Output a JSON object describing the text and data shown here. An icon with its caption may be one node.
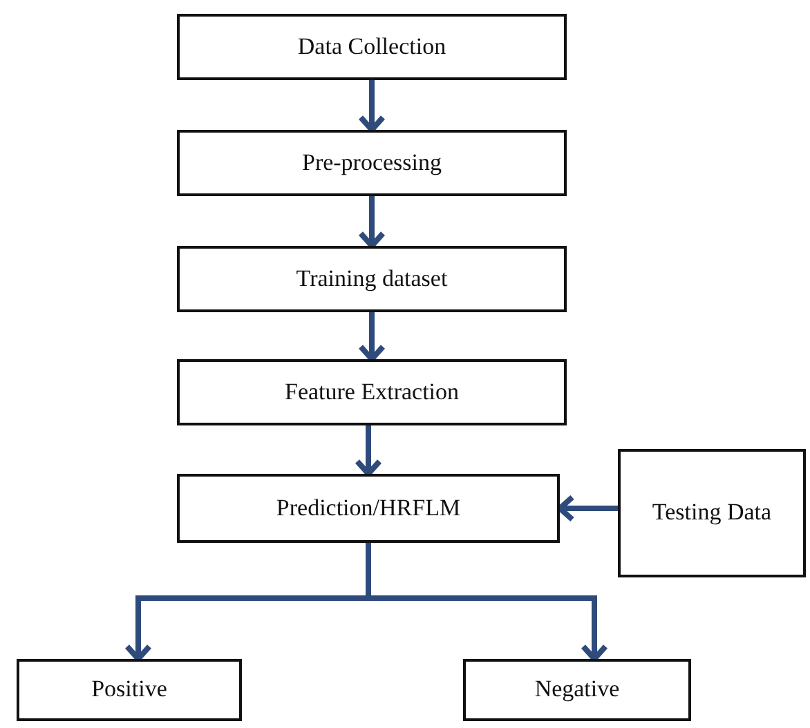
{
  "diagram": {
    "nodes": [
      {
        "text": [
          "Data Collection"
        ]
      },
      {
        "text": [
          "Pre-processing"
        ]
      },
      {
        "text": [
          "Training dataset"
        ]
      },
      {
        "text": [
          "Feature Extraction"
        ]
      },
      {
        "text": [
          "Prediction/HRFLM"
        ]
      },
      {
        "text": [
          "Testing Data"
        ]
      },
      {
        "text": [
          "Positive"
        ]
      },
      {
        "text": [
          "Negative"
        ]
      }
    ],
    "edges": [
      {
        "from": 0,
        "to": 1,
        "arrow": "to"
      },
      {
        "from": 1,
        "to": 2,
        "arrow": "to"
      },
      {
        "from": 2,
        "to": 3,
        "arrow": "to"
      },
      {
        "from": 3,
        "to": 4,
        "arrow": "to"
      },
      {
        "from": 5,
        "to": 4,
        "arrow": "to"
      },
      {
        "from": 4,
        "to": 6,
        "arrow": "to"
      },
      {
        "from": 4,
        "to": 7,
        "arrow": "to"
      }
    ]
  }
}
